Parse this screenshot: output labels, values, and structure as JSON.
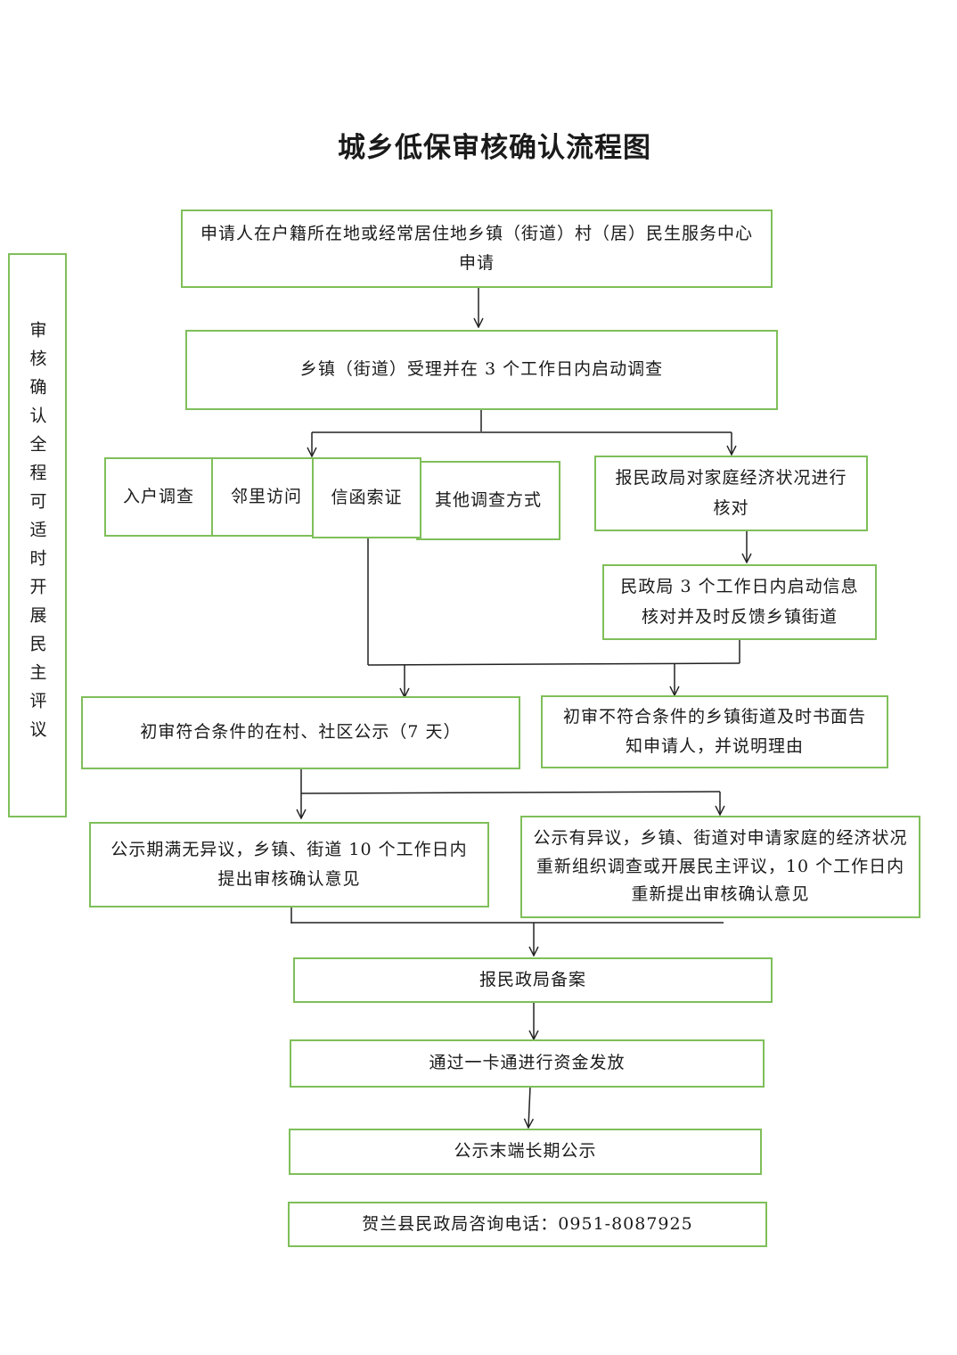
{
  "title": "城乡低保审核确认流程图",
  "side_note": "审核确认全程可适时开展民主评议",
  "nodes": {
    "apply": "申请人在户籍所在地或经常居住地乡镇（街道）村（居）民生服务中心申请",
    "accept": "乡镇（街道）受理并在 3 个工作日内启动调查",
    "home_visit": "入户调查",
    "neighbor_visit": "邻里访问",
    "letter": "信函索证",
    "other_methods": "其他调查方式",
    "report_bureau": "报民政局对家庭经济状况进行核对",
    "bureau_verify": "民政局 3 个工作日内启动信息核对并及时反馈乡镇街道",
    "publicize": "初审符合条件的在村、社区公示（7 天）",
    "reject": "初审不符合条件的乡镇街道及时书面告知申请人，并说明理由",
    "no_objection": "公示期满无异议，乡镇、街道 10 个工作日内提出审核确认意见",
    "objection": "公示有异议，乡镇、街道对申请家庭的经济状况重新组织调查或开展民主评议，10 个工作日内重新提出审核确认意见",
    "file": "报民政局备案",
    "disburse": "通过一卡通进行资金发放",
    "long_term": "公示末端长期公示",
    "hotline": "贺兰县民政局咨询电话：0951-8087925"
  },
  "colors": {
    "box_border": "#7fbf5a",
    "line": "#222222"
  }
}
